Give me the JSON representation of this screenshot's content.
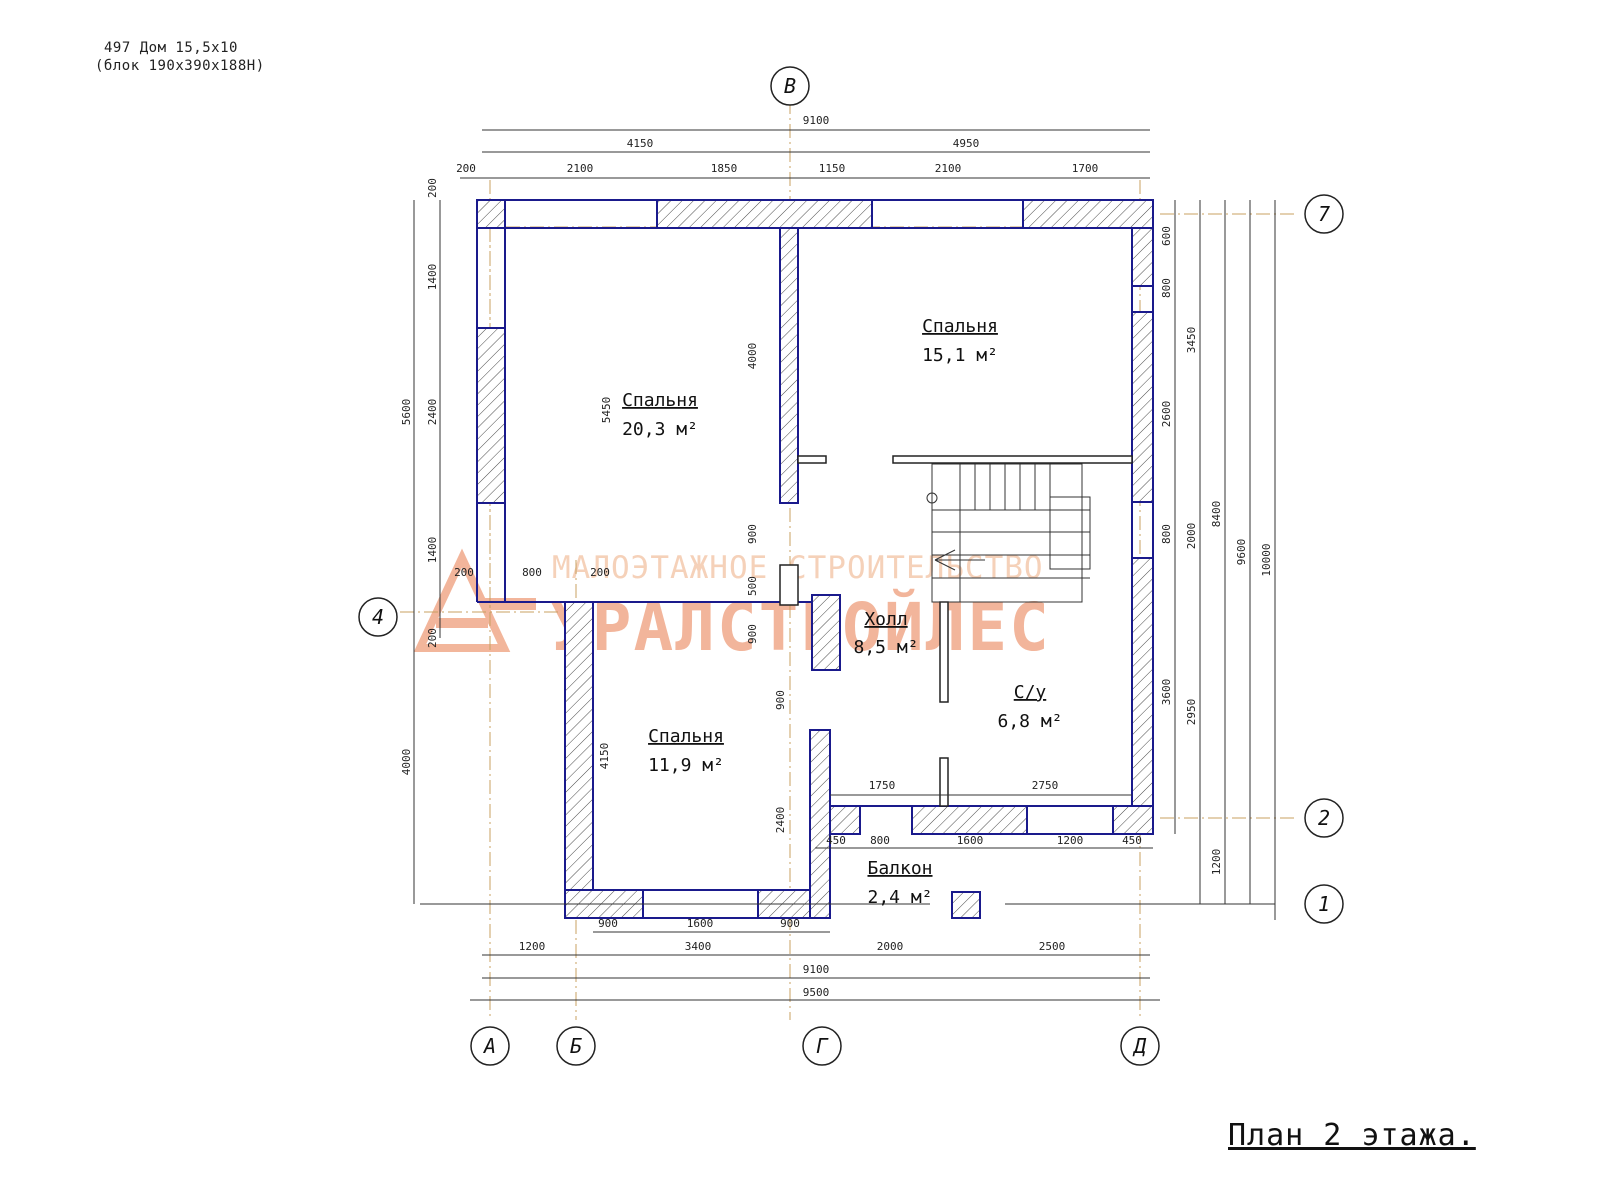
{
  "header": {
    "line1": "497 Дом 15,5х10",
    "line2": "(блок 190х390х188Н)"
  },
  "title": "План 2 этажа.",
  "watermark": {
    "small": "МАЛОЭТАЖНОЕ СТРОИТЕЛЬСТВО",
    "big": "УРАЛСТРОЙЛЕС"
  },
  "rooms": [
    {
      "name": "Спальня",
      "area": "20,3 м²"
    },
    {
      "name": "Спальня",
      "area": "15,1 м²"
    },
    {
      "name": "Холл",
      "area": "8,5 м²"
    },
    {
      "name": "С/у",
      "area": "6,8 м²"
    },
    {
      "name": "Спальня",
      "area": "11,9 м²"
    },
    {
      "name": "Балкон",
      "area": "2,4 м²"
    }
  ],
  "axes": {
    "top": "В",
    "left": "4",
    "right": [
      "7",
      "2",
      "1"
    ],
    "bottom": [
      "А",
      "Б",
      "Г",
      "Д"
    ]
  },
  "dims": {
    "top1": "9100",
    "top2": [
      "4150",
      "4950"
    ],
    "top3": [
      "200",
      "2100",
      "1850",
      "1150",
      "2100",
      "1700"
    ],
    "left_outer": [
      "5600",
      "4000"
    ],
    "left_inner": [
      "200",
      "1400",
      "2400",
      "1400",
      "200"
    ],
    "inner": [
      "5450",
      "4000",
      "900",
      "500",
      "900",
      "900",
      "4150",
      "2400",
      "200",
      "800",
      "200"
    ],
    "right_inner": [
      "600",
      "800",
      "2600",
      "800",
      "3600"
    ],
    "right_outer": [
      "3450",
      "2000",
      "2950",
      "1200",
      "8400",
      "9600",
      "10000"
    ],
    "bottom_bal": [
      "450",
      "800",
      "1600",
      "1200",
      "450"
    ],
    "bottom_mid": [
      "1750",
      "2750"
    ],
    "bottom1": [
      "900",
      "1600",
      "900"
    ],
    "bottom2": [
      "1200",
      "3400",
      "2000",
      "2500"
    ],
    "bottom3": "9100",
    "bottom4": "9500"
  },
  "colors": {
    "wall": "#1a1a8c",
    "hatch": "#4a4a4a",
    "axis_line": "#c8a060",
    "dim_line": "#333333",
    "watermark": "#f0a98a"
  }
}
